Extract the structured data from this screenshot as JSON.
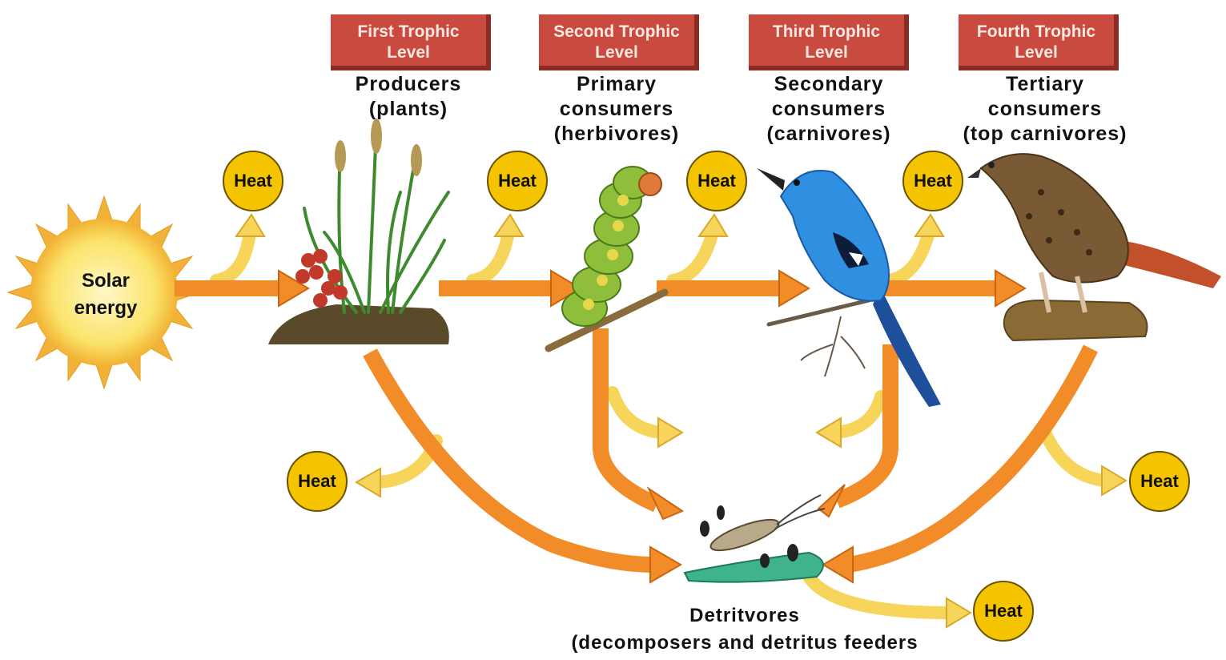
{
  "diagram": {
    "sun": {
      "label_line1": "Solar",
      "label_line2": "energy",
      "icon": "sun-icon"
    },
    "levels": [
      {
        "header_line1": "First Trophic",
        "header_line2": "Level",
        "caption_line1": "Producers",
        "caption_line2": "(plants)",
        "caption_line3": "",
        "icon": "plants-icon"
      },
      {
        "header_line1": "Second Trophic",
        "header_line2": "Level",
        "caption_line1": "Primary",
        "caption_line2": "consumers",
        "caption_line3": "(herbivores)",
        "icon": "caterpillar-icon"
      },
      {
        "header_line1": "Third Trophic",
        "header_line2": "Level",
        "caption_line1": "Secondary",
        "caption_line2": "consumers",
        "caption_line3": "(carnivores)",
        "icon": "bird-icon"
      },
      {
        "header_line1": "Fourth Trophic",
        "header_line2": "Level",
        "caption_line1": "Tertiary",
        "caption_line2": "consumers",
        "caption_line3": "(top carnivores)",
        "icon": "hawk-icon"
      }
    ],
    "heat_label": "Heat",
    "detritivores": {
      "label_line1": "Detritvores",
      "label_line2": "(decomposers and detritus feeders",
      "icon": "detritivores-icon"
    },
    "colors": {
      "level_box": "#c94a3f",
      "energy_arrow": "#f28c28",
      "heat_arrow": "#f7d45a",
      "heat_circle": "#f5c400",
      "sun": "#fbe36a"
    }
  }
}
